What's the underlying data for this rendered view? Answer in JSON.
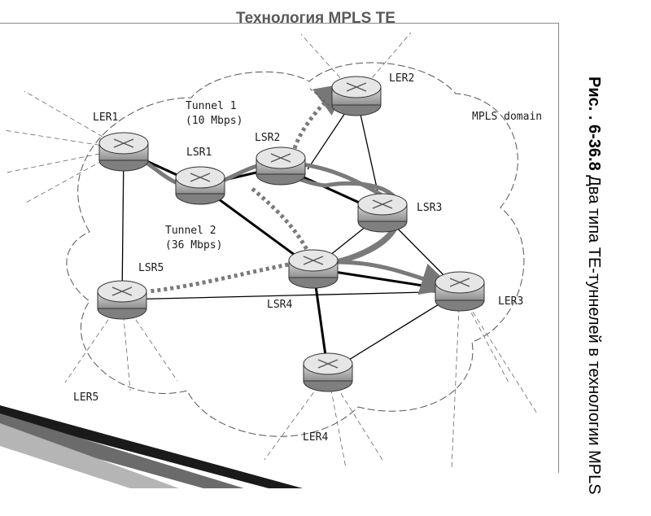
{
  "slide": {
    "title": "Технология MPLS TE"
  },
  "caption": {
    "number": "Рис. . 6-36.8",
    "text": " Два типа TE-туннелей в технологии MPLS"
  },
  "diagram": {
    "domain_label": "MPLS domain",
    "nodes": [
      {
        "id": "LER1",
        "label": "LER1"
      },
      {
        "id": "LER2",
        "label": "LER2"
      },
      {
        "id": "LER3",
        "label": "LER3"
      },
      {
        "id": "LER4",
        "label": "LER4"
      },
      {
        "id": "LER5",
        "label": "LER5"
      },
      {
        "id": "LSR1",
        "label": "LSR1"
      },
      {
        "id": "LSR2",
        "label": "LSR2"
      },
      {
        "id": "LSR3",
        "label": "LSR3"
      },
      {
        "id": "LSR4",
        "label": "LSR4"
      },
      {
        "id": "LSR5",
        "label": "LSR5"
      }
    ],
    "tunnels": [
      {
        "name": "Tunnel 1",
        "bandwidth": "(10 Mbps)"
      },
      {
        "name": "Tunnel 2",
        "bandwidth": "(36 Mbps)"
      }
    ]
  }
}
